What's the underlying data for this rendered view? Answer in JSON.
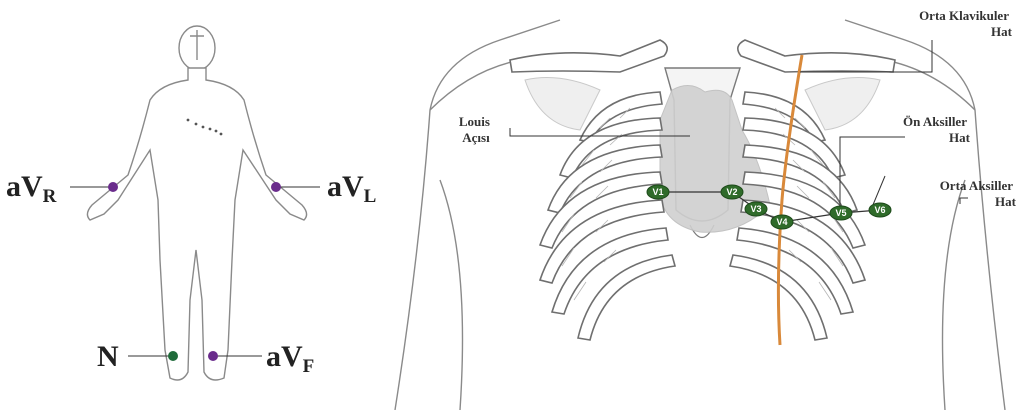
{
  "limb_leads": {
    "avr": {
      "main": "aV",
      "sub": "R"
    },
    "avl": {
      "main": "aV",
      "sub": "L"
    },
    "avf": {
      "main": "aV",
      "sub": "F"
    },
    "n": {
      "main": "N"
    }
  },
  "chest_annotations": {
    "orta_klavikuler": [
      "Orta Klavikuler",
      "Hat"
    ],
    "louis": [
      "Louis",
      "Açısı"
    ],
    "on_aksiller": [
      "Ön Aksiller",
      "Hat"
    ],
    "orta_aksiller": [
      "Orta Aksiller",
      "Hat"
    ]
  },
  "electrodes": [
    "V1",
    "V2",
    "V3",
    "V4",
    "V5",
    "V6"
  ],
  "colors": {
    "limb_electrode": "#6a2c8c",
    "neutral_electrode": "#1f6b3a",
    "chest_electrode": "#2f6b2a",
    "midclavicular_line": "#d9893a",
    "heart": "#d0d0d0"
  }
}
